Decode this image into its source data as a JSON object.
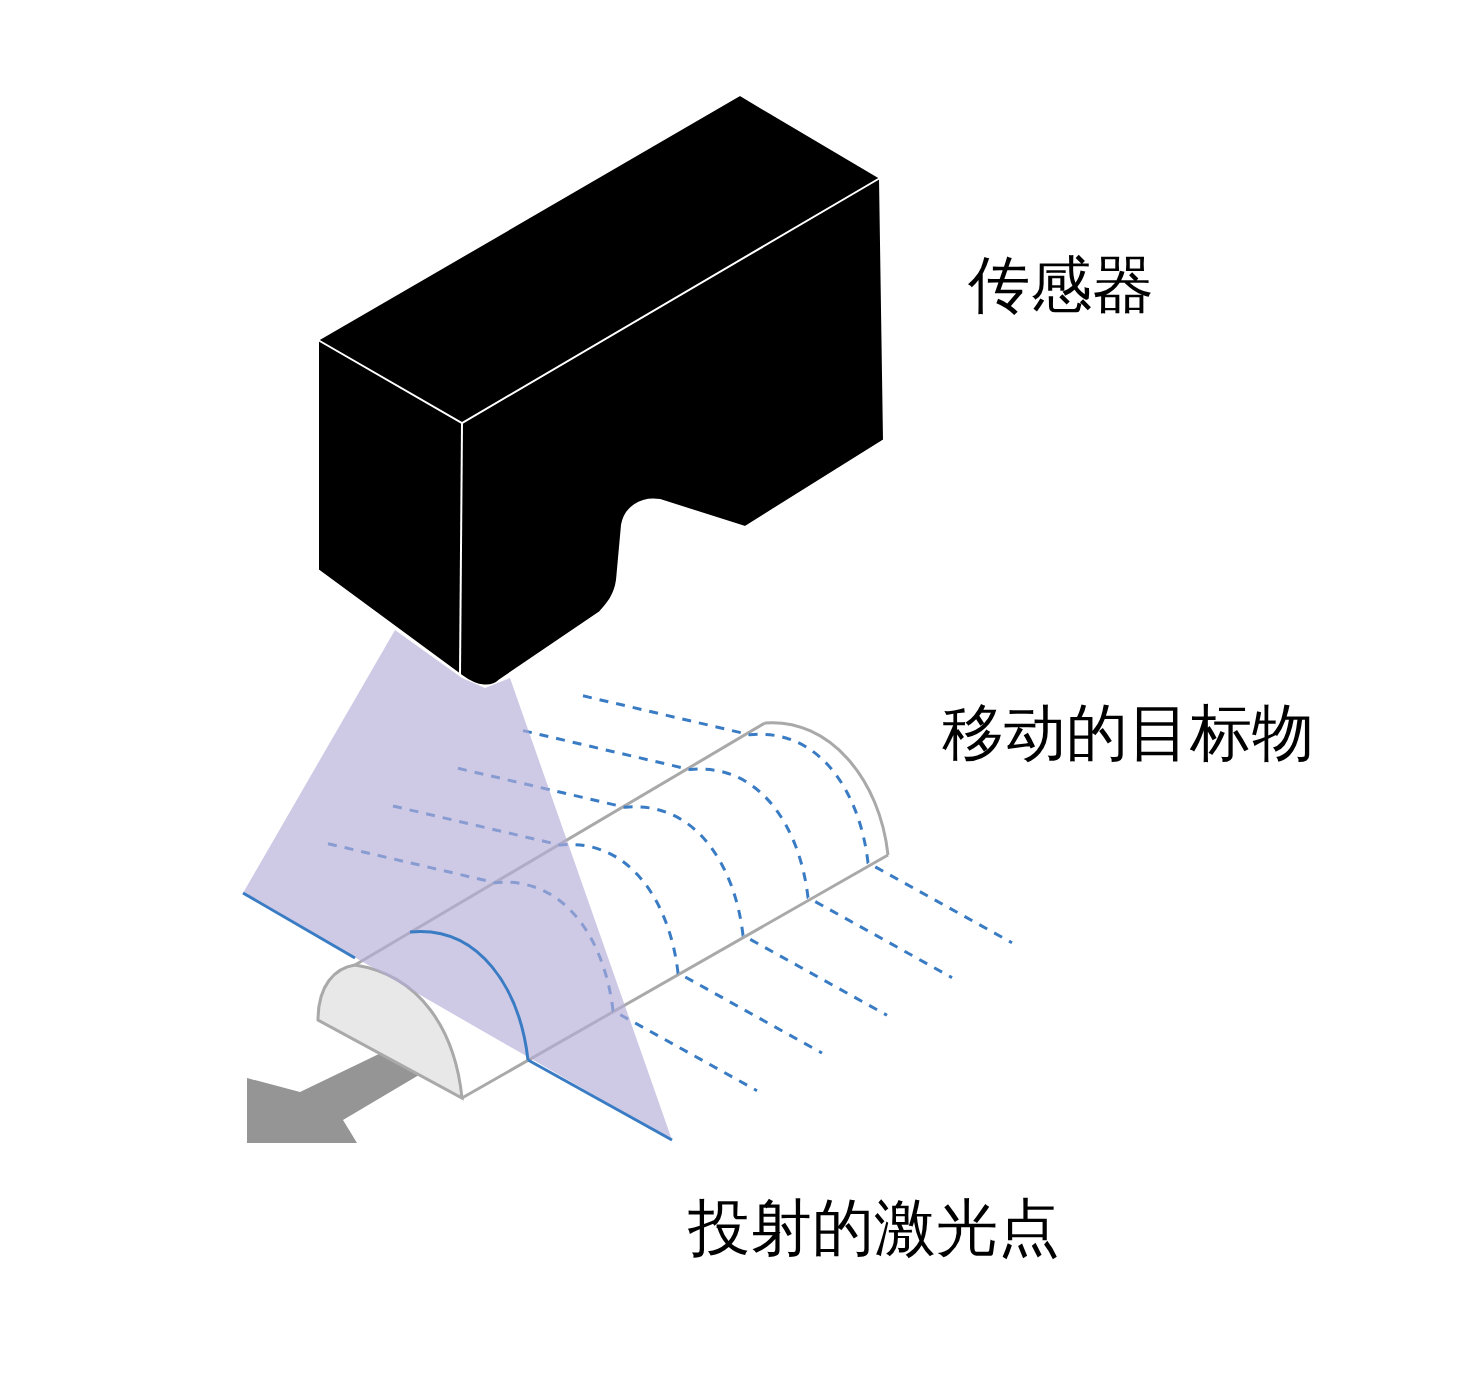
{
  "diagram": {
    "labels": [
      "传感器",
      "移动的目标物",
      "投射的激光点"
    ]
  }
}
